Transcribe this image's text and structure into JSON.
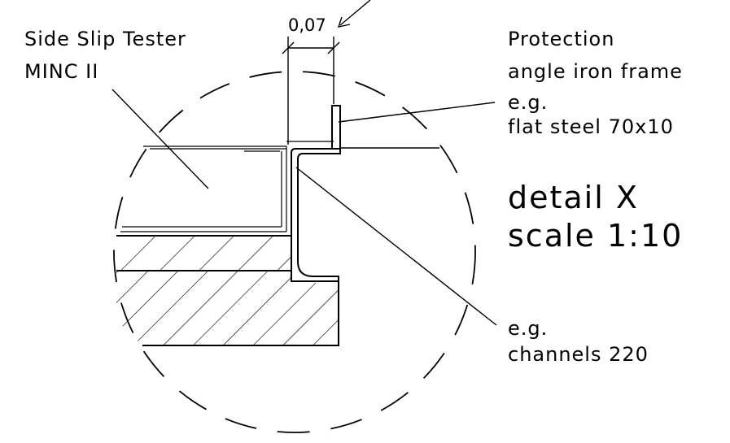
{
  "labels": {
    "device_line1": "Side Slip Tester",
    "device_line2": "MINC II",
    "dimension": "0,07",
    "protection_line1": "Protection",
    "protection_line2": "angle iron frame",
    "protection_line3": "e.g.",
    "protection_line4": "flat steel 70x10",
    "detail_line1": "detail X",
    "detail_line2": "scale 1:10",
    "channels_line1": "e.g.",
    "channels_line2": "channels 220"
  }
}
